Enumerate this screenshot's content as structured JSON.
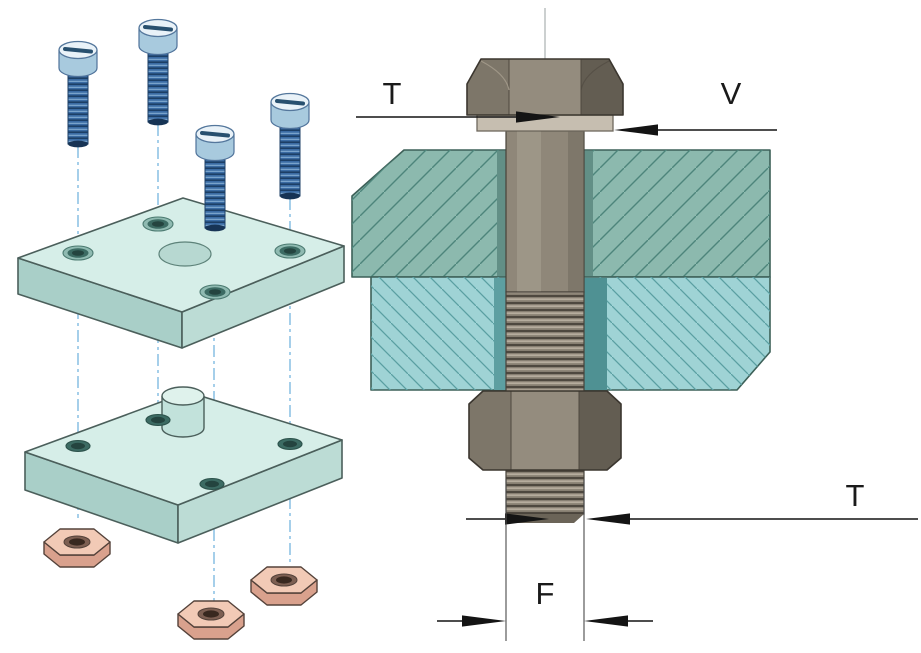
{
  "labels": {
    "t_top": "T",
    "v_top": "V",
    "t_side": "T",
    "f_bottom": "F"
  },
  "colors": {
    "screw_blue": "#3a6ba3",
    "screw_head_light": "#e9f2f8",
    "screw_head_side": "#a8cade",
    "centerline_blue": "#8fc3e4",
    "plate_face_top": "#d6eee8",
    "plate_face_left": "#a9cfc8",
    "plate_face_right": "#bcdcd5",
    "plate_outline": "#4b5f5b",
    "nut_pink_top": "#f2cab6",
    "nut_pink_side": "#d9a18d",
    "nut_outline": "#54423a",
    "section_plate_upper": "#8cb9ae",
    "section_hatch_upper": "#4d857b",
    "section_plate_lower": "#9fd3d5",
    "section_hatch_lower": "#5a9fa2",
    "bolt_gray": "#8f8779",
    "bolt_gray_light": "#aaa294",
    "bolt_gray_dark": "#6b6458",
    "bolt_gray_darker": "#554f46",
    "washer_gray": "#c6beb0",
    "dim_color": "#141414",
    "label_color": "#1a1a1a"
  }
}
